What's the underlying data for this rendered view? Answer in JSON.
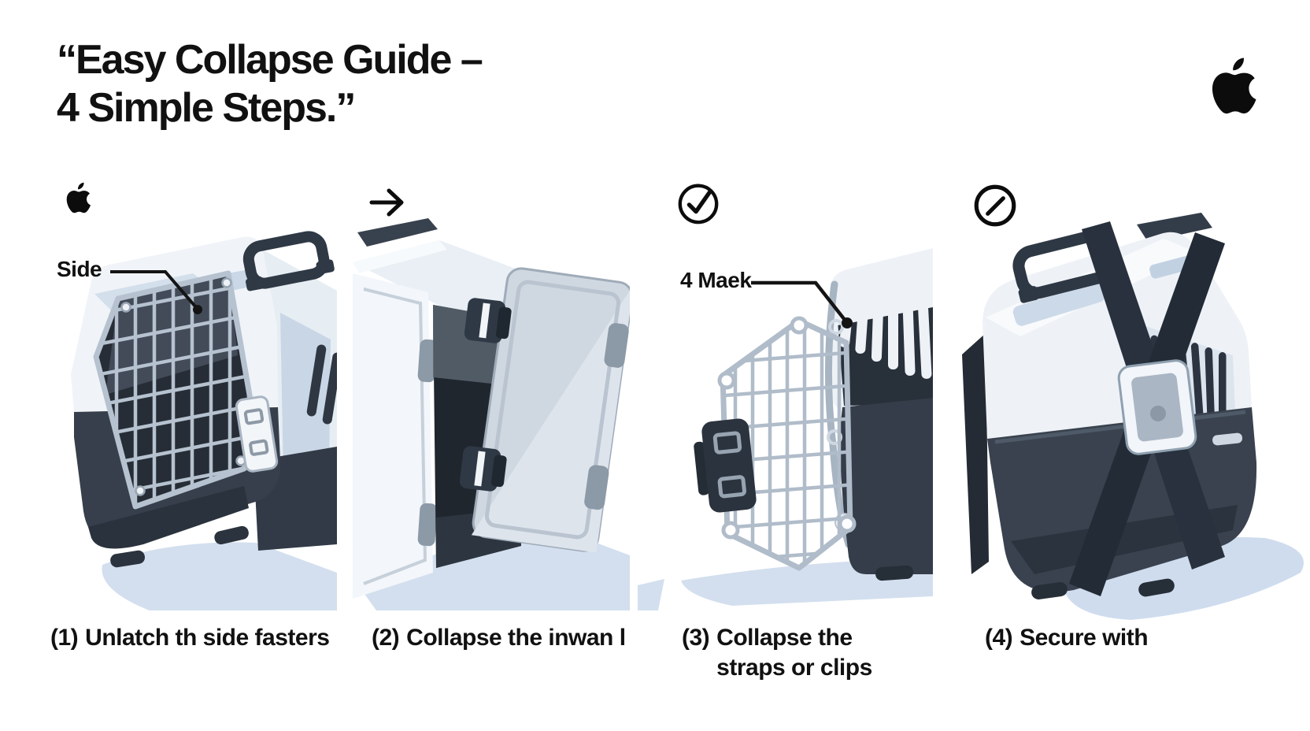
{
  "header": {
    "title_line1": "“Easy Collapse Guide –",
    "title_line2": "4 Simple Steps.”",
    "logo": "apple-logo"
  },
  "steps": [
    {
      "number": "(1)",
      "caption": "Unlatch th side fasters",
      "icon": "apple-logo",
      "callout": "Side",
      "illustration": "pet-carrier-front-with-latched-wire-door"
    },
    {
      "number": "(2)",
      "caption": "Collapse the inwan l",
      "icon": "arrow-right",
      "illustration": "pet-carrier-with-door-swung-open"
    },
    {
      "number": "(3)",
      "caption": "Collapse the",
      "caption_line2": "straps or clips",
      "icon": "check-circle",
      "callout": "4 Maek",
      "illustration": "wire-door-detached-from-carrier"
    },
    {
      "number": "(4)",
      "caption": "Secure with",
      "icon": "slash-circle",
      "illustration": "pet-carrier-secured-with-cross-straps"
    }
  ],
  "colors": {
    "background": "#ffffff",
    "text": "#111111",
    "shell_white": "#eef2f7",
    "shell_shade": "#dce5ee",
    "accent_blue": "#c9d7e6",
    "dark_slate": "#39424e",
    "interior_dark": "#20262e",
    "mesh_grey": "#b3bfcc",
    "shadow_blue": "#d3dfee"
  }
}
